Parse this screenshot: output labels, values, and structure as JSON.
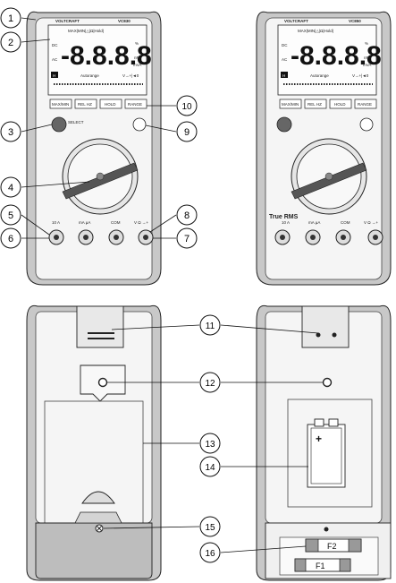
{
  "meters": {
    "left": {
      "brand": "VOLTCRAFT",
      "model": "VC830",
      "mode_line": "MAX|MIN|△|Ω|Hold|",
      "trms": ""
    },
    "right": {
      "brand": "VOLTCRAFT",
      "model": "VC850",
      "mode_line": "MAX|MIN|△|Ω|Hold|",
      "trms": "True RMS"
    }
  },
  "display": {
    "digits": "-8.8.8.8",
    "dc": "DC",
    "ac": "AC",
    "percent": "%",
    "unit_f": "nF",
    "unit_mva": "mVA",
    "hold_icon": "H",
    "autorange": "Autorange",
    "bar_icons": "V→+|◄0"
  },
  "buttons": [
    "MAX/MIN",
    "REL HZ",
    "HOLD",
    "RANGE"
  ],
  "select_label": "SELECT",
  "jacks": [
    "10 A",
    "mA µA",
    "COM",
    "V Ω →+"
  ],
  "callouts": [
    "1",
    "2",
    "3",
    "4",
    "5",
    "6",
    "7",
    "8",
    "9",
    "10",
    "11",
    "12",
    "13",
    "14",
    "15",
    "16"
  ],
  "battery_plus": "+",
  "fuses": [
    "F2",
    "F1"
  ],
  "colors": {
    "body": "#c8c8c8",
    "panel": "#f5f5f5",
    "callout_stroke": "#111111"
  }
}
